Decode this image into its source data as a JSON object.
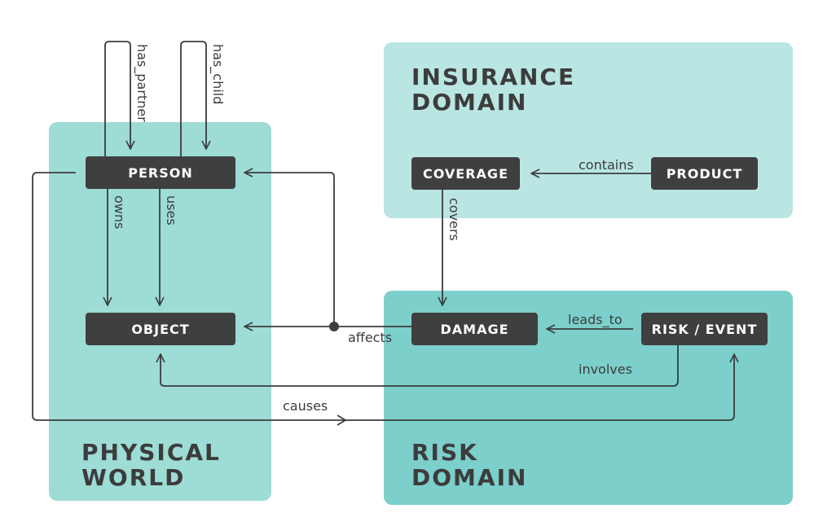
{
  "regions": {
    "physical": "PHYSICAL\nWORLD",
    "insurance": "INSURANCE\nDOMAIN",
    "risk": "RISK\nDOMAIN"
  },
  "nodes": {
    "person": "PERSON",
    "object": "OBJECT",
    "coverage": "COVERAGE",
    "product": "PRODUCT",
    "damage": "DAMAGE",
    "risk_event": "RISK / EVENT"
  },
  "edges": {
    "has_partner": "has_partner",
    "has_child": "has_child",
    "owns": "owns",
    "uses": "uses",
    "contains": "contains",
    "covers": "covers",
    "leads_to": "leads_to",
    "affects": "affects",
    "involves": "involves",
    "causes": "causes"
  },
  "colors": {
    "physical_region": "#9edcd6",
    "insurance_region": "#b9e6e2",
    "risk_region": "#7ccfcb",
    "node": "#3f3f3f",
    "line": "#3c3c3c"
  }
}
